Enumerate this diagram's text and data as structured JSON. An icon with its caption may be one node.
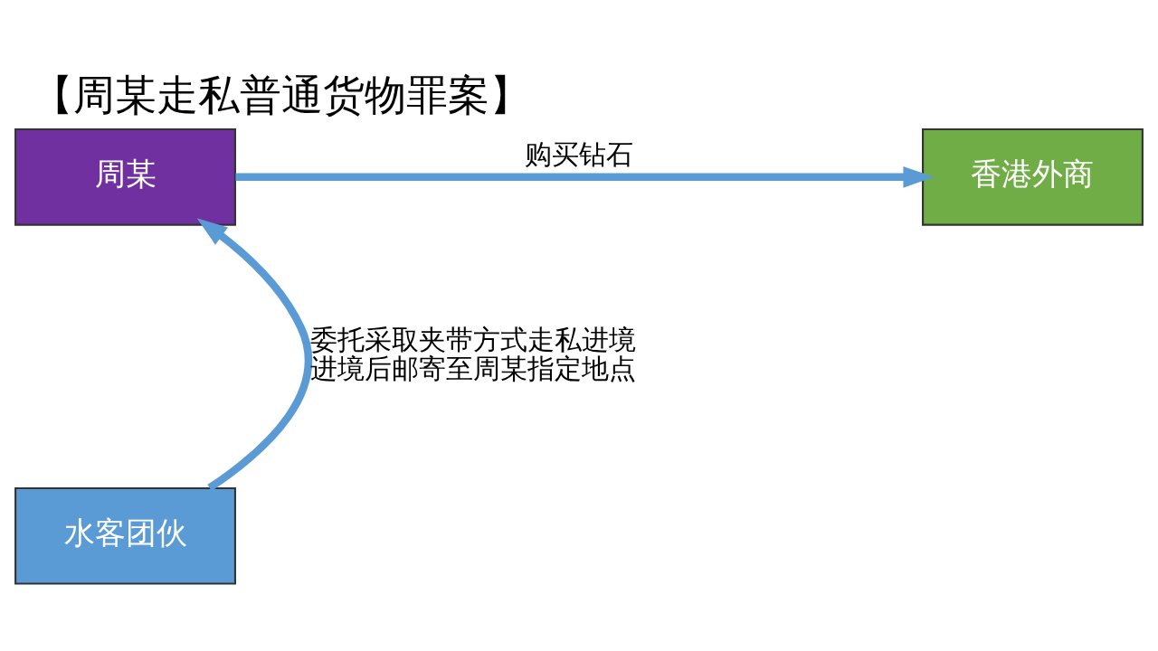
{
  "diagram": {
    "title": "【周某走私普通货物罪案】",
    "nodes": [
      {
        "text": [
          "周某"
        ]
      },
      {
        "text": [
          "香港外商"
        ]
      },
      {
        "text": [
          "水客团伙"
        ]
      }
    ],
    "edges": [
      {
        "from": 0,
        "to": 1,
        "arrow": "to",
        "label": "购买钻石"
      },
      {
        "from": 2,
        "to": 0,
        "arrow": "to",
        "label": "委托采取夹带方式走私进境进境后邮寄至周某指定地点"
      }
    ]
  }
}
